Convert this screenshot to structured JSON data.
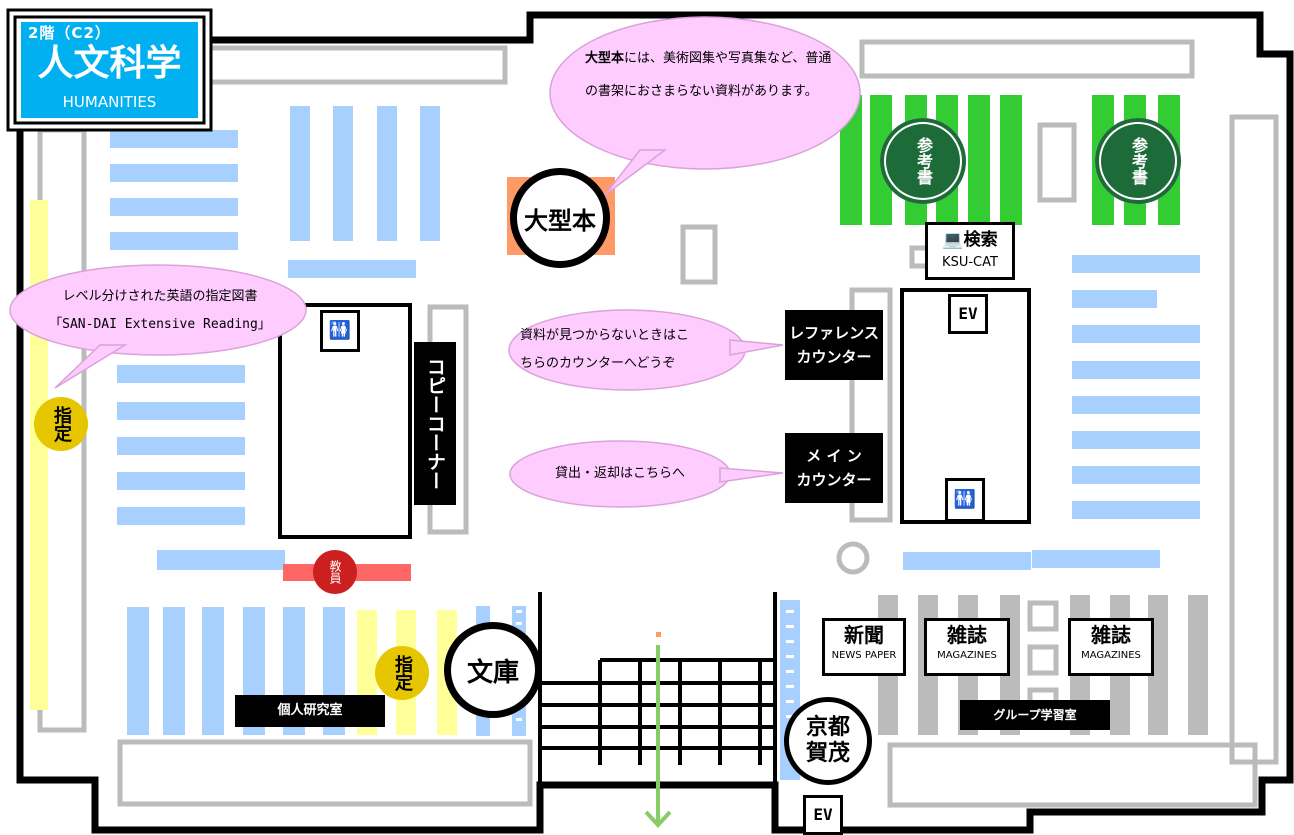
{
  "floor": {
    "level": "2階（C2）",
    "title": "人文科学",
    "subtitle": "HUMANITIES"
  },
  "bubbles": {
    "oversize": {
      "bold": "大型本",
      "text": "には、美術図集や写真集など、普通の書架におさまらない資料があります。"
    },
    "extensive": {
      "line1": "レベル分けされた英語の指定図書",
      "line2": "「SAN-DAI Extensive Reading」"
    },
    "reference": {
      "line1": "資料が見つからないときはこ",
      "line2": "ちらのカウンターへどうぞ"
    },
    "main": {
      "text": "貸出・返却はこちらへ"
    }
  },
  "labels": {
    "oversize": "大型本",
    "bunko": "文庫",
    "shitei": "指定",
    "kyoin": "教員",
    "sanko": "参考書",
    "copy_corner": "コピーコーナー",
    "reference_counter": {
      "line1": "レファレンス",
      "line2": "カウンター"
    },
    "main_counter": {
      "line1": "メ イ ン",
      "line2": "カウンター"
    },
    "search": {
      "title": "検索",
      "sub": "KSU-CAT"
    },
    "ev": "EV",
    "newspaper": {
      "title": "新聞",
      "sub": "NEWS PAPER"
    },
    "magazines": {
      "title": "雑誌",
      "sub": "MAGAZINES"
    },
    "kyoto_kamo": {
      "line1": "京都",
      "line2": "賀茂"
    },
    "private_room": "個人研究室",
    "group_room": "グループ学習室"
  },
  "icons": [
    "restroom-icon",
    "computer-icon",
    "down-arrow-icon"
  ],
  "colors": {
    "shelf_blue": "#a8d0ff",
    "reference_green": "#33cc33",
    "shitei_yellow": "#ffff99",
    "oversize_orange": "#ff9966",
    "bubble_pink": "#ffccff",
    "kyoin_red": "#ff6666",
    "title_blue": "#00b0f0"
  }
}
